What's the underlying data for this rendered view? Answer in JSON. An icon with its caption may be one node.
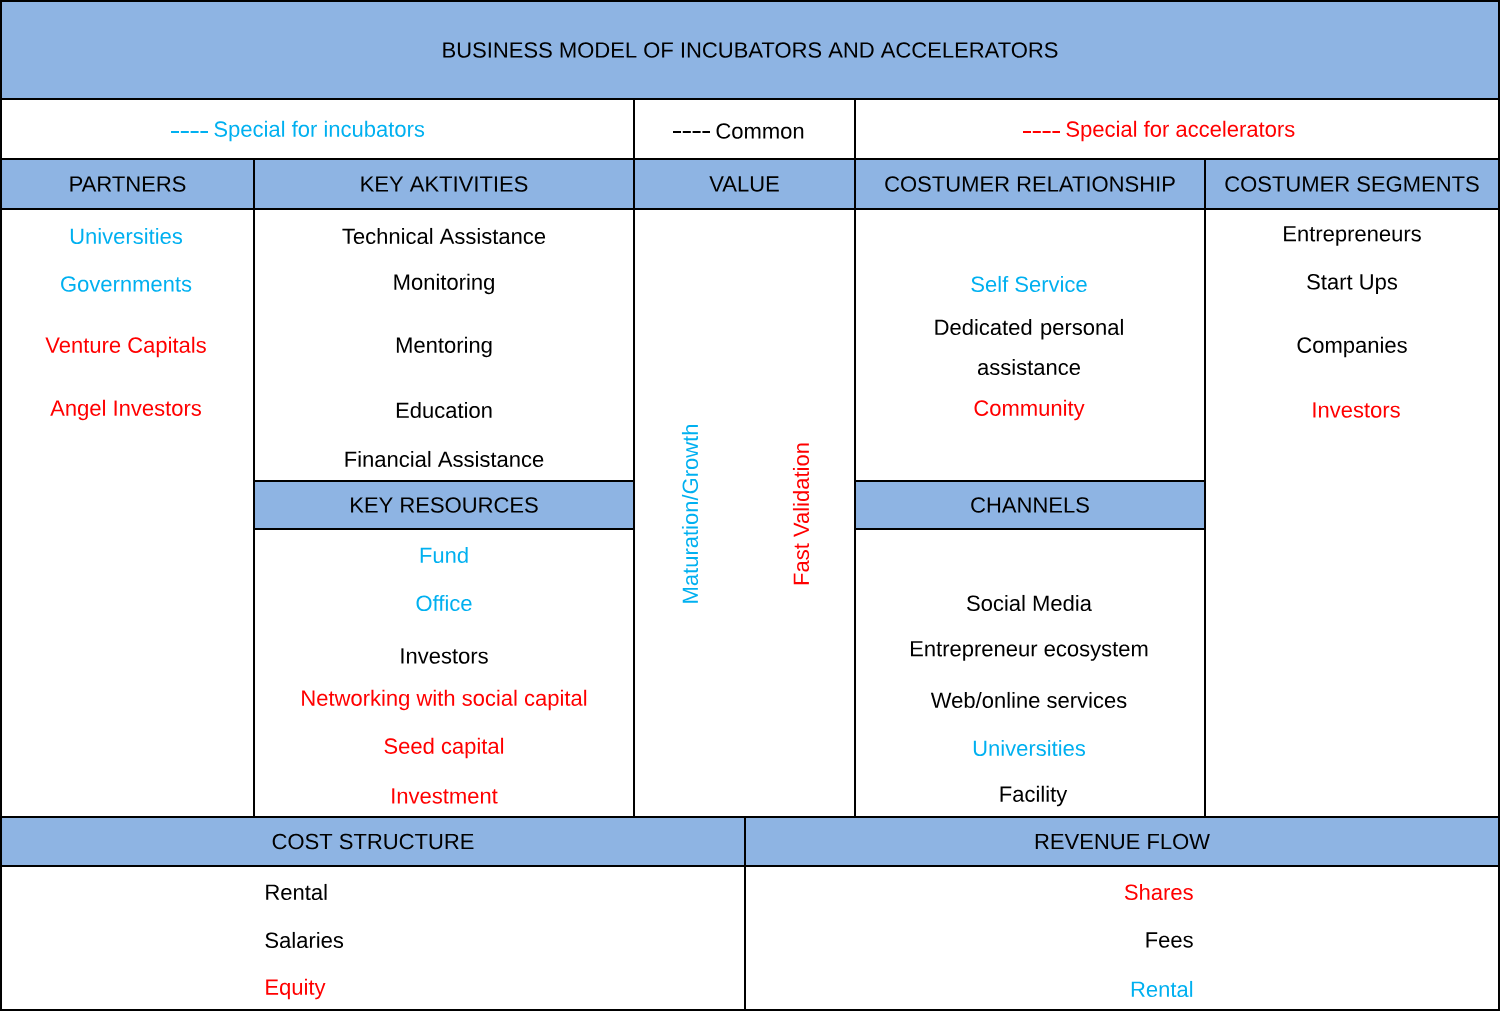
{
  "diagram": {
    "title": "BUSINESS MODEL OF INCUBATORS AND ACCELERATORS",
    "nodes": [
      {
        "text": [
          "PARTNERS",
          "Universities",
          "Governments",
          "Venture Capitals",
          "Angel Investors"
        ]
      },
      {
        "text": [
          "KEY AKTIVITIES",
          "Technical Assistance",
          "Monitoring",
          "Mentoring",
          "Education",
          "Financial Assistance"
        ]
      },
      {
        "text": [
          "KEY RESOURCES",
          "Fund",
          "Office",
          "Investors",
          "Networking with social capital",
          "Seed capital",
          "Investment"
        ]
      },
      {
        "text": [
          "VALUE",
          "Maturation/Growth",
          "Fast Validation"
        ]
      },
      {
        "text": [
          "COSTUMER RELATIONSHIP",
          "Self Service",
          "Dedicated personal assistance",
          "Community"
        ]
      },
      {
        "text": [
          "CHANNELS",
          "Social Media",
          "Entrepreneur ecosystem",
          "Web/online services",
          "Universities",
          "Facility"
        ]
      },
      {
        "text": [
          "COSTUMER SEGMENTS",
          "Entrepreneurs",
          "Start Ups",
          "Companies",
          "Investors"
        ]
      },
      {
        "text": [
          "COST STRUCTURE",
          "Rental",
          "Salaries",
          "Equity"
        ]
      },
      {
        "text": [
          "REVENUE FLOW",
          "Shares",
          "Fees",
          "Rental"
        ]
      }
    ],
    "legend": [
      {
        "text": "Special for incubators",
        "color": "#00b0f0"
      },
      {
        "text": "Common",
        "color": "#000000"
      },
      {
        "text": "Special for accelerators",
        "color": "#ff0000"
      }
    ]
  }
}
